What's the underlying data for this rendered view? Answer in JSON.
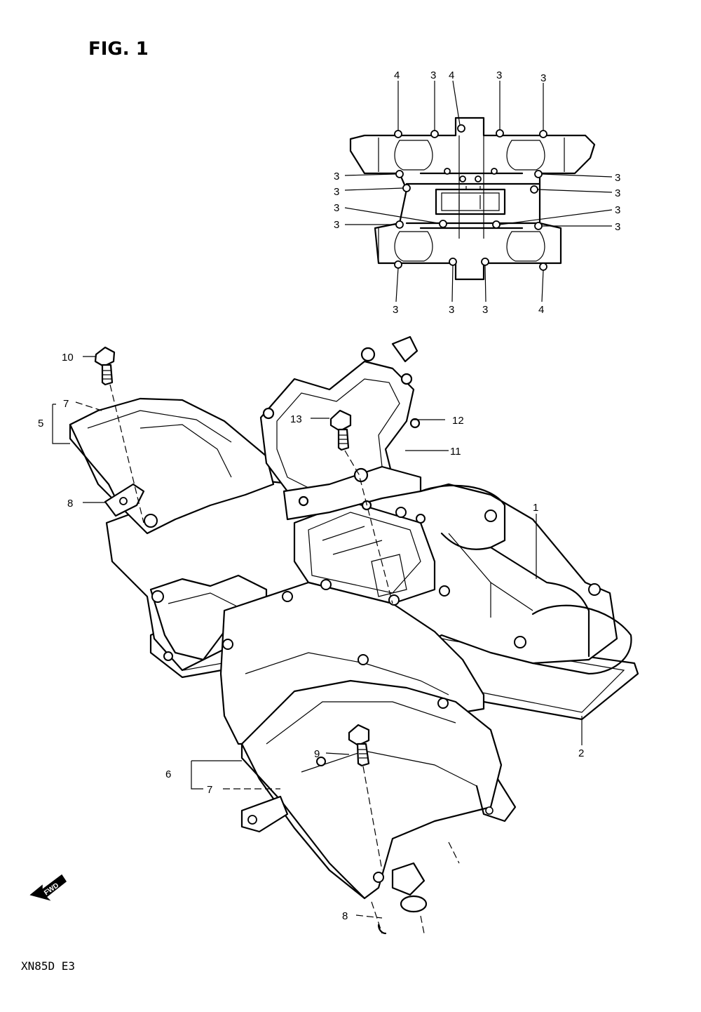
{
  "title": "FIG. 1",
  "model": "XN85D E3",
  "fwd": "FWD",
  "callouts": {
    "c1": "1",
    "c2": "2",
    "c5": "5",
    "c6": "6",
    "c7a": "7",
    "c7b": "7",
    "c8a": "8",
    "c8b": "8",
    "c9": "9",
    "c10": "10",
    "c11": "11",
    "c12": "12",
    "c13": "13"
  },
  "bolt_pattern": {
    "top": [
      "4",
      "3",
      "4",
      "3",
      "3"
    ],
    "left": [
      "3",
      "3",
      "3",
      "3"
    ],
    "right": [
      "3",
      "3",
      "3",
      "3"
    ],
    "bottom": [
      "3",
      "3",
      "3",
      "4"
    ]
  }
}
